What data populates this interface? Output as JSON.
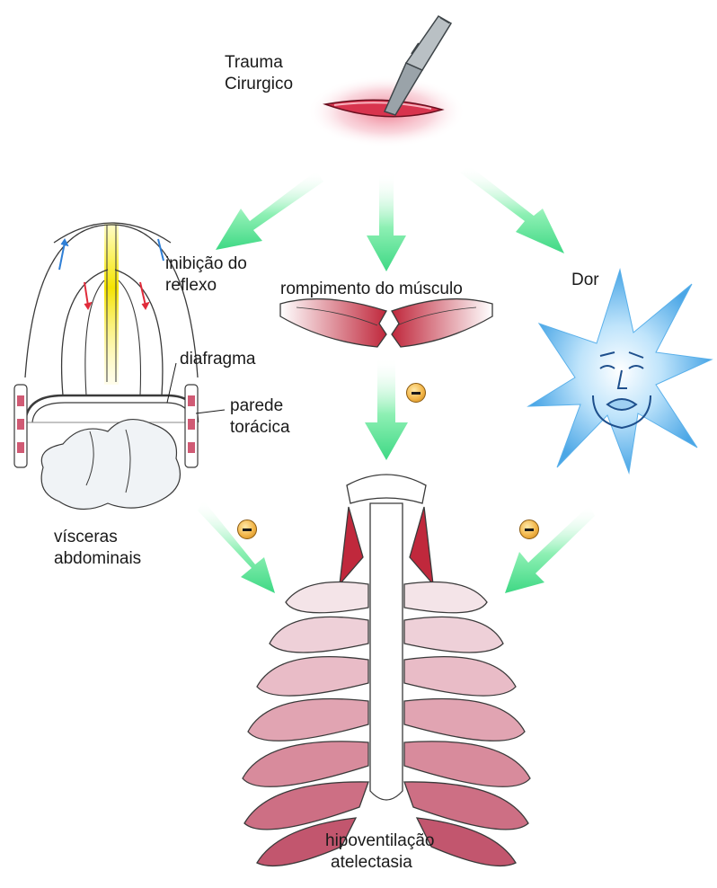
{
  "labels": {
    "trauma": [
      "Trauma",
      "Cirurgico"
    ],
    "reflex": [
      "inibição do",
      "reflexo"
    ],
    "muscle": "rompimento do músculo",
    "pain": "Dor",
    "diaphragm": "diafragma",
    "chest_wall": [
      "parede",
      "torácica"
    ],
    "viscera": [
      "vísceras",
      "abdominais"
    ],
    "outcome": [
      "hipoventilação",
      "atelectasia"
    ]
  },
  "inhibition_symbol": "−",
  "colors": {
    "arrow": "#4fe08a",
    "muscle": "#c0283c",
    "pain_burst": "#7cc4f0",
    "inhibition": "#f2b64a"
  }
}
